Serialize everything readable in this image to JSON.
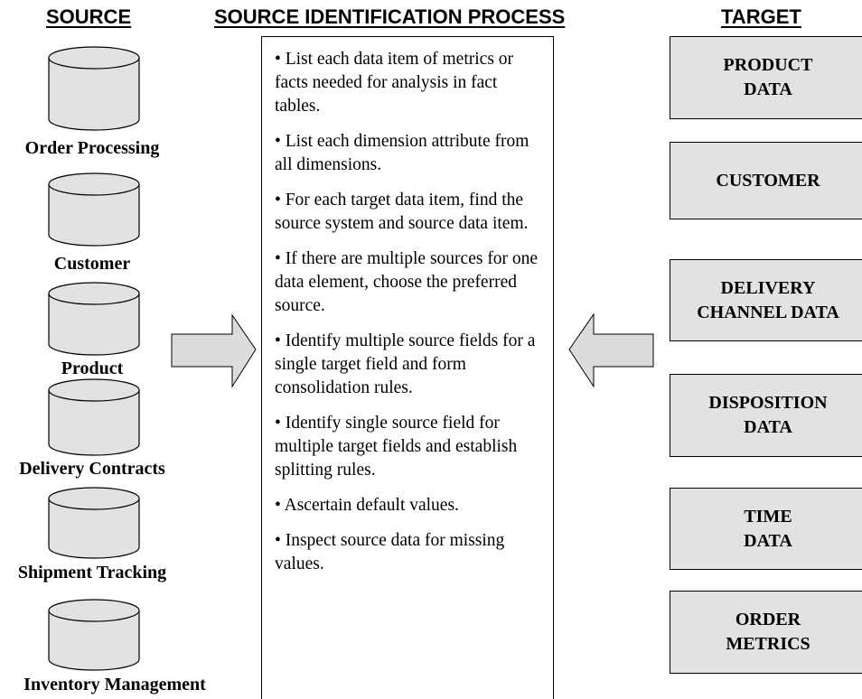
{
  "headings": {
    "source": "SOURCE",
    "process": "SOURCE IDENTIFICATION PROCESS",
    "target": "TARGET"
  },
  "sources": [
    "Order Processing",
    "Customer",
    "Product",
    "Delivery Contracts",
    "Shipment Tracking",
    "Inventory Management"
  ],
  "process_steps": [
    "• List each data item of metrics or facts needed for analysis in fact tables.",
    "• List each dimension attribute from all dimensions.",
    "• For each target data item, find the source system and source data item.",
    "• If there are multiple sources for one data element, choose the preferred source.",
    "• Identify multiple source fields for a single target field and form consolidation rules.",
    "• Identify single source field for multiple target fields and establish splitting rules.",
    "• Ascertain default values.",
    "• Inspect source data for missing values."
  ],
  "targets": [
    "PRODUCT\nDATA",
    "CUSTOMER",
    "DELIVERY\nCHANNEL DATA",
    "DISPOSITION\nDATA",
    "TIME\nDATA",
    "ORDER\nMETRICS"
  ],
  "colors": {
    "cylinder_fill": "#e2e2e2",
    "arrow_fill": "#dcdcdc",
    "target_fill": "#e2e2e2",
    "stroke": "#000000"
  }
}
